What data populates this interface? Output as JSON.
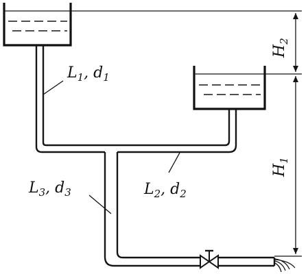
{
  "labels": {
    "pipe1_name": "L",
    "pipe1_name_sub": "1",
    "pipe1_diam": "d",
    "pipe1_diam_sub": "1",
    "pipe1_sep": ",",
    "pipe2_name": "L",
    "pipe2_name_sub": "2",
    "pipe2_diam": "d",
    "pipe2_diam_sub": "2",
    "pipe2_sep": ",",
    "pipe3_name": "L",
    "pipe3_name_sub": "3",
    "pipe3_diam": "d",
    "pipe3_diam_sub": "3",
    "pipe3_sep": ",",
    "head1": "H",
    "head1_sub": "1",
    "head2": "H",
    "head2_sub": "2"
  },
  "colors": {
    "line": "#151515",
    "background": "#ffffff"
  }
}
